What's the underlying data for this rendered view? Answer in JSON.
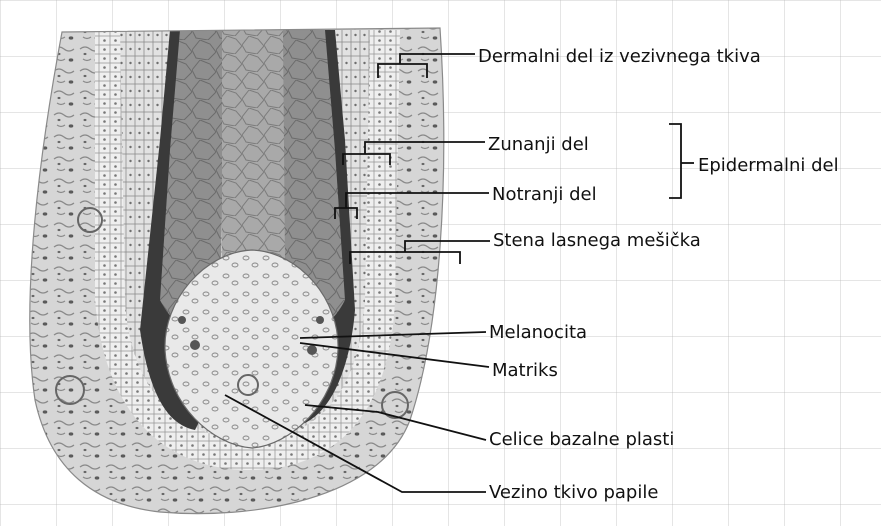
{
  "labels": {
    "dermal": "Dermalni del iz vezivnega tkiva",
    "outer": "Zunanji del",
    "epidermal": "Epidermalni del",
    "inner": "Notranji del",
    "wall": "Stena lasnega mešička",
    "melanocyte": "Melanocita",
    "matrix": "Matriks",
    "basal": "Celice bazalne plasti",
    "papilla": "Vezino tkivo papile"
  }
}
